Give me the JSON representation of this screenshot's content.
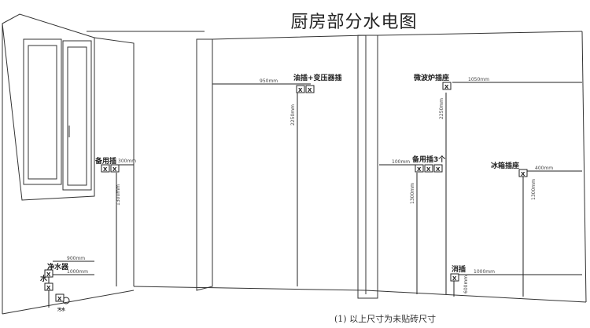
{
  "title": "厨房部分水电图",
  "footnote": "(1) 以上尺寸为未贴砖尺寸",
  "outlets": {
    "oil_transformer": "油插+变压器插",
    "microwave": "微波炉插座",
    "spare_left": "备用插",
    "spare_three": "备用插3个",
    "fridge": "冰箱插座",
    "disinfect": "消插",
    "purifier": "净水器",
    "water": "水",
    "waste": "污水"
  },
  "marker": "X",
  "dimensions": {
    "d950": "950mm",
    "d2250a": "2250mm",
    "d1050": "1050mm",
    "d2250b": "2250mm",
    "d100": "100mm",
    "d1300a": "1300mm",
    "d400": "400mm",
    "d1300b": "1300mm",
    "d300": "300mm",
    "d1300c": "1300mm",
    "d1000": "1000mm",
    "d600": "600mm",
    "d900": "900mm",
    "d1000b": "1000mm"
  }
}
